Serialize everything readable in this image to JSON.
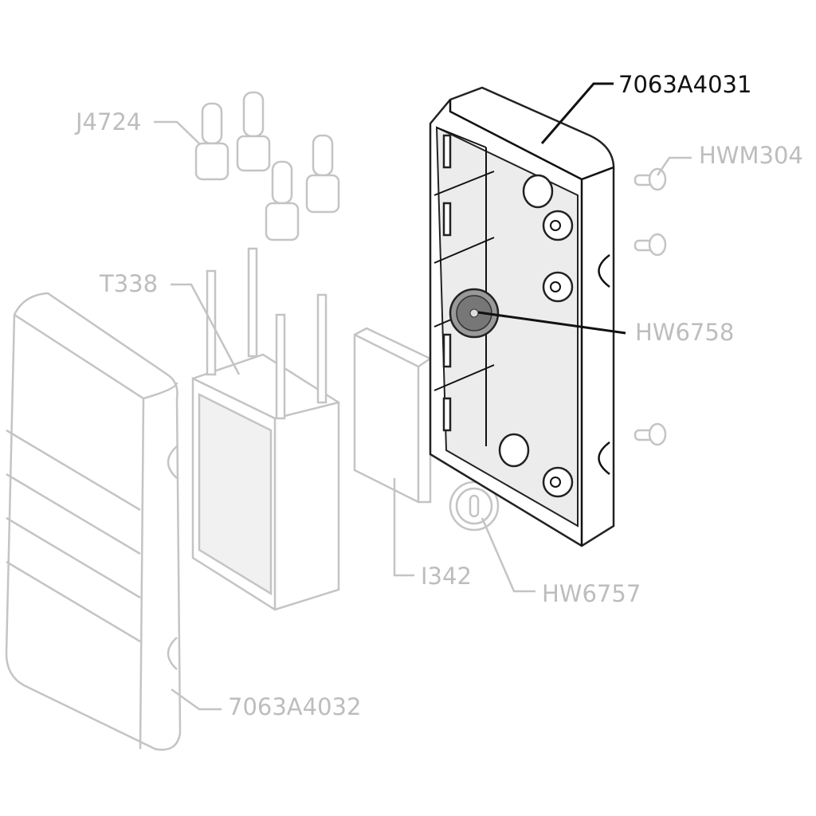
{
  "diagram": {
    "title": "Exploded parts view",
    "highlight_color": "#111111",
    "ghost_color": "#bdbdbd",
    "labels": {
      "rear_housing": "7063A4031",
      "pins": "J4724",
      "screws": "HWM304",
      "transformer": "T338",
      "inner_disc": "HW6758",
      "insulator": "I342",
      "outer_disc": "HW6757",
      "front_cover": "7063A4032"
    }
  }
}
